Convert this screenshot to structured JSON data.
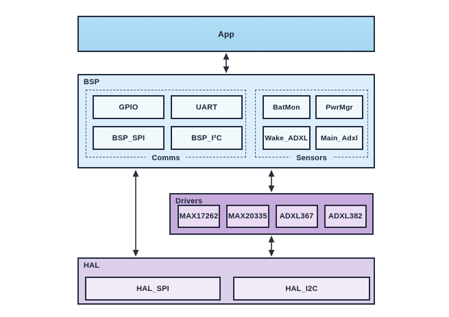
{
  "colors": {
    "app_fill": "#a9daf3",
    "bsp_fill": "#dceefa",
    "bsp_item_fill": "#f2f9fd",
    "drivers_fill": "#c7abdc",
    "drivers_item_fill": "#e9dcf3",
    "hal_fill": "#dbcfe9",
    "hal_item_fill": "#f1ebf7",
    "border": "#242b3d",
    "dashed_border": "#44506a",
    "text": "#1c2333",
    "arrow": "#2a2f3a"
  },
  "layers": {
    "app": {
      "label": "App"
    },
    "bsp": {
      "label": "BSP",
      "groups": [
        {
          "label": "Comms",
          "items": [
            "GPIO",
            "UART",
            "BSP_SPI",
            "BSP_I²C"
          ]
        },
        {
          "label": "Sensors",
          "items": [
            "BatMon",
            "PwrMgr",
            "Wake_ADXL",
            "Main_Adxl"
          ]
        }
      ]
    },
    "drivers": {
      "label": "Drivers",
      "items": [
        "MAX17262",
        "MAX20335",
        "ADXL367",
        "ADXL382"
      ]
    },
    "hal": {
      "label": "HAL",
      "items": [
        "HAL_SPI",
        "HAL_I2C"
      ]
    }
  },
  "connections": [
    {
      "from": "App",
      "to": "BSP",
      "type": "bidirectional"
    },
    {
      "from": "BSP",
      "to": "HAL",
      "type": "bidirectional"
    },
    {
      "from": "BSP",
      "to": "Drivers",
      "type": "bidirectional"
    },
    {
      "from": "Drivers",
      "to": "HAL",
      "type": "bidirectional"
    }
  ]
}
